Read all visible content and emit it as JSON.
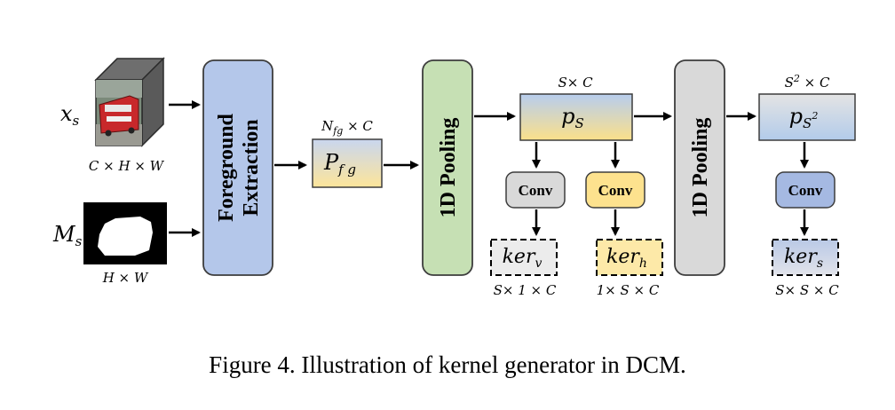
{
  "caption": "Figure 4. Illustration of kernel generator in DCM.",
  "inputs": {
    "x_label": "x",
    "x_sub": "s",
    "x_dims": "C × H × W",
    "m_label": "M",
    "m_sub": "s",
    "m_dims": "H × W"
  },
  "blocks": {
    "foreground_line1": "Foreground",
    "foreground_line2": "Extraction",
    "pool1": "1D Pooling",
    "pool2": "1D Pooling"
  },
  "pfg": {
    "dims": "N",
    "dims_sub": "fg",
    "dims_rest": " × C",
    "label": "P",
    "label_sub": "f g"
  },
  "ps": {
    "dims": "S× C",
    "label": "p",
    "label_sub": "S"
  },
  "ps2": {
    "dims_base": "S",
    "dims_sup": "2",
    "dims_rest": " × C",
    "label": "p",
    "label_sub": "S",
    "label_sup": "2"
  },
  "convs": {
    "c1": "Conv",
    "c2": "Conv",
    "c3": "Conv"
  },
  "kernels": {
    "kv_label": "ker",
    "kv_sub": "v",
    "kv_dims": "S× 1 × C",
    "kh_label": "ker",
    "kh_sub": "h",
    "kh_dims": "1× S × C",
    "ks_label": "ker",
    "ks_sub": "s",
    "ks_dims": "S× S × C"
  }
}
